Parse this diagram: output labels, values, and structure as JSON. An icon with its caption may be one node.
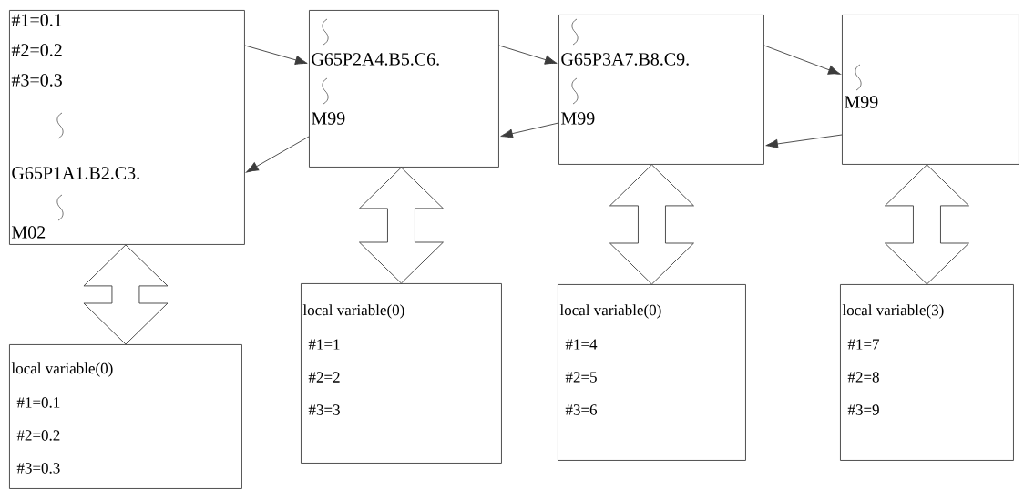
{
  "diagram": {
    "nodes": [
      {
        "text": [
          "#1=0.1",
          "#2=0.2",
          "#3=0.3",
          "G65P1A1.B2.C3.",
          "M02"
        ]
      },
      {
        "text": [
          "G65P2A4.B5.C6.",
          "M99"
        ]
      },
      {
        "text": [
          "G65P3A7.B8.C9.",
          "M99"
        ]
      },
      {
        "text": [
          "M99"
        ]
      },
      {
        "text": [
          "local variable(0)",
          "#1=0.1",
          "#2=0.2",
          "#3=0.3"
        ]
      },
      {
        "text": [
          "local variable(0)",
          "#1=1",
          "#2=2",
          "#3=3"
        ]
      },
      {
        "text": [
          "local variable(0)",
          "#1=4",
          "#2=5",
          "#3=6"
        ]
      },
      {
        "text": [
          "local variable(3)",
          "#1=7",
          "#2=8",
          "#3=9"
        ]
      }
    ],
    "edges": [
      {
        "from": 0,
        "to": 1,
        "arrow": "to"
      },
      {
        "from": 1,
        "to": 0,
        "arrow": "to"
      },
      {
        "from": 1,
        "to": 2,
        "arrow": "to"
      },
      {
        "from": 2,
        "to": 1,
        "arrow": "to"
      },
      {
        "from": 2,
        "to": 3,
        "arrow": "to"
      },
      {
        "from": 3,
        "to": 2,
        "arrow": "to"
      },
      {
        "from": 0,
        "to": 4,
        "arrow": "both"
      },
      {
        "from": 1,
        "to": 5,
        "arrow": "both"
      },
      {
        "from": 2,
        "to": 6,
        "arrow": "both"
      },
      {
        "from": 3,
        "to": 7,
        "arrow": "both"
      }
    ]
  }
}
